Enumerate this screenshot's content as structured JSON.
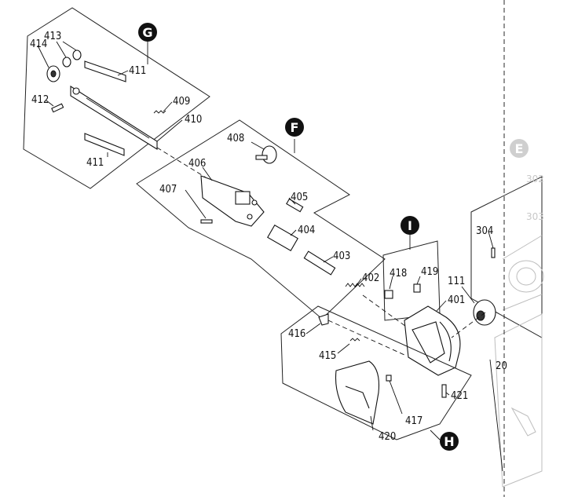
{
  "groups": {
    "G": {
      "badge": "G"
    },
    "F": {
      "badge": "F"
    },
    "I": {
      "badge": "I"
    },
    "H": {
      "badge": "H"
    },
    "E": {
      "badge": "E"
    }
  },
  "labels": {
    "p414": "414",
    "p413": "413",
    "p411a": "411",
    "p412": "412",
    "p409": "409",
    "p410": "410",
    "p411b": "411",
    "p408": "408",
    "p406": "406",
    "p407": "407",
    "p405": "405",
    "p404": "404",
    "p403": "403",
    "p402": "402",
    "p418": "418",
    "p419": "419",
    "p401": "401",
    "p416": "416",
    "p415": "415",
    "p417": "417",
    "p420": "420",
    "p421": "421",
    "p304": "304",
    "p111": "111",
    "p302": "302",
    "p303": "303",
    "p20": "20"
  },
  "colors": {
    "badge_fill": "#111111",
    "badge_faint": "#cfcfcf",
    "line": "#111111"
  }
}
